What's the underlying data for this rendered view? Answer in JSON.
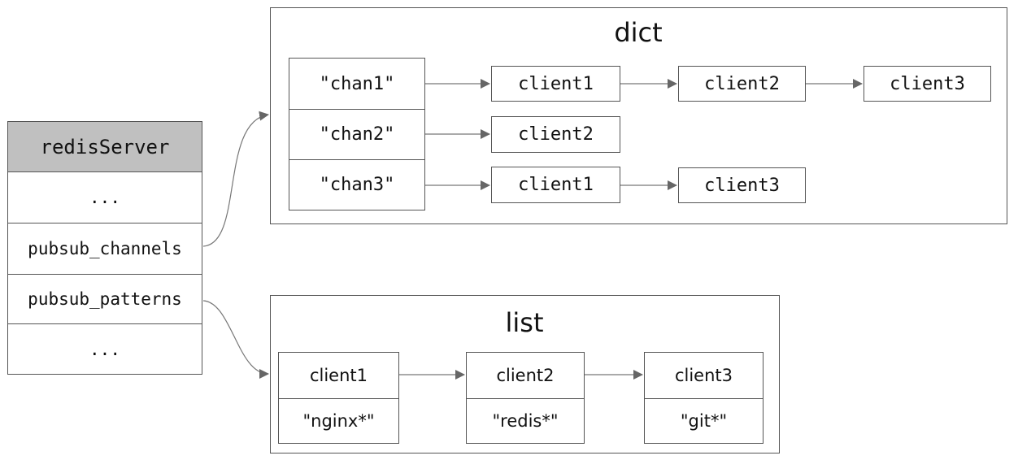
{
  "server": {
    "title": "redisServer",
    "fields": [
      "...",
      "pubsub_channels",
      "pubsub_patterns",
      "..."
    ]
  },
  "dict": {
    "title": "dict",
    "entries": [
      {
        "key": "\"chan1\"",
        "clients": [
          "client1",
          "client2",
          "client3"
        ]
      },
      {
        "key": "\"chan2\"",
        "clients": [
          "client2"
        ]
      },
      {
        "key": "\"chan3\"",
        "clients": [
          "client1",
          "client3"
        ]
      }
    ]
  },
  "list": {
    "title": "list",
    "nodes": [
      {
        "client": "client1",
        "pattern": "\"nginx*\""
      },
      {
        "client": "client2",
        "pattern": "\"redis*\""
      },
      {
        "client": "client3",
        "pattern": "\"git*\""
      }
    ]
  }
}
